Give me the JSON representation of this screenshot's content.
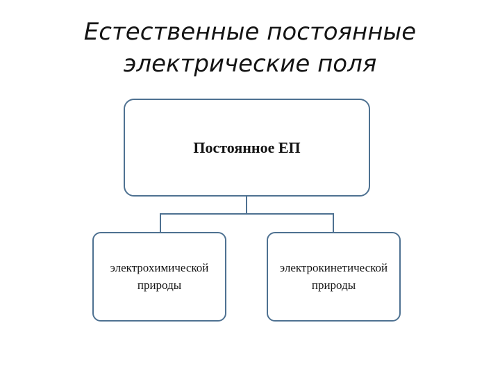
{
  "slide": {
    "title": {
      "line1": "Естественные постоянные",
      "line2": "электрические поля"
    }
  },
  "diagram": {
    "type": "hierarchy-flowchart",
    "root": {
      "label": "Постоянное ЕП"
    },
    "children": [
      {
        "label": "электрохимической природы"
      },
      {
        "label": "электрокинетической природы"
      }
    ],
    "connectors": [
      "root-stem",
      "horizontal-bar",
      "drop-to-left-child",
      "drop-to-right-child"
    ]
  },
  "colors": {
    "background": "#ffffff",
    "box_border": "#4e7191",
    "connector": "#4e7191",
    "text": "#141414"
  }
}
